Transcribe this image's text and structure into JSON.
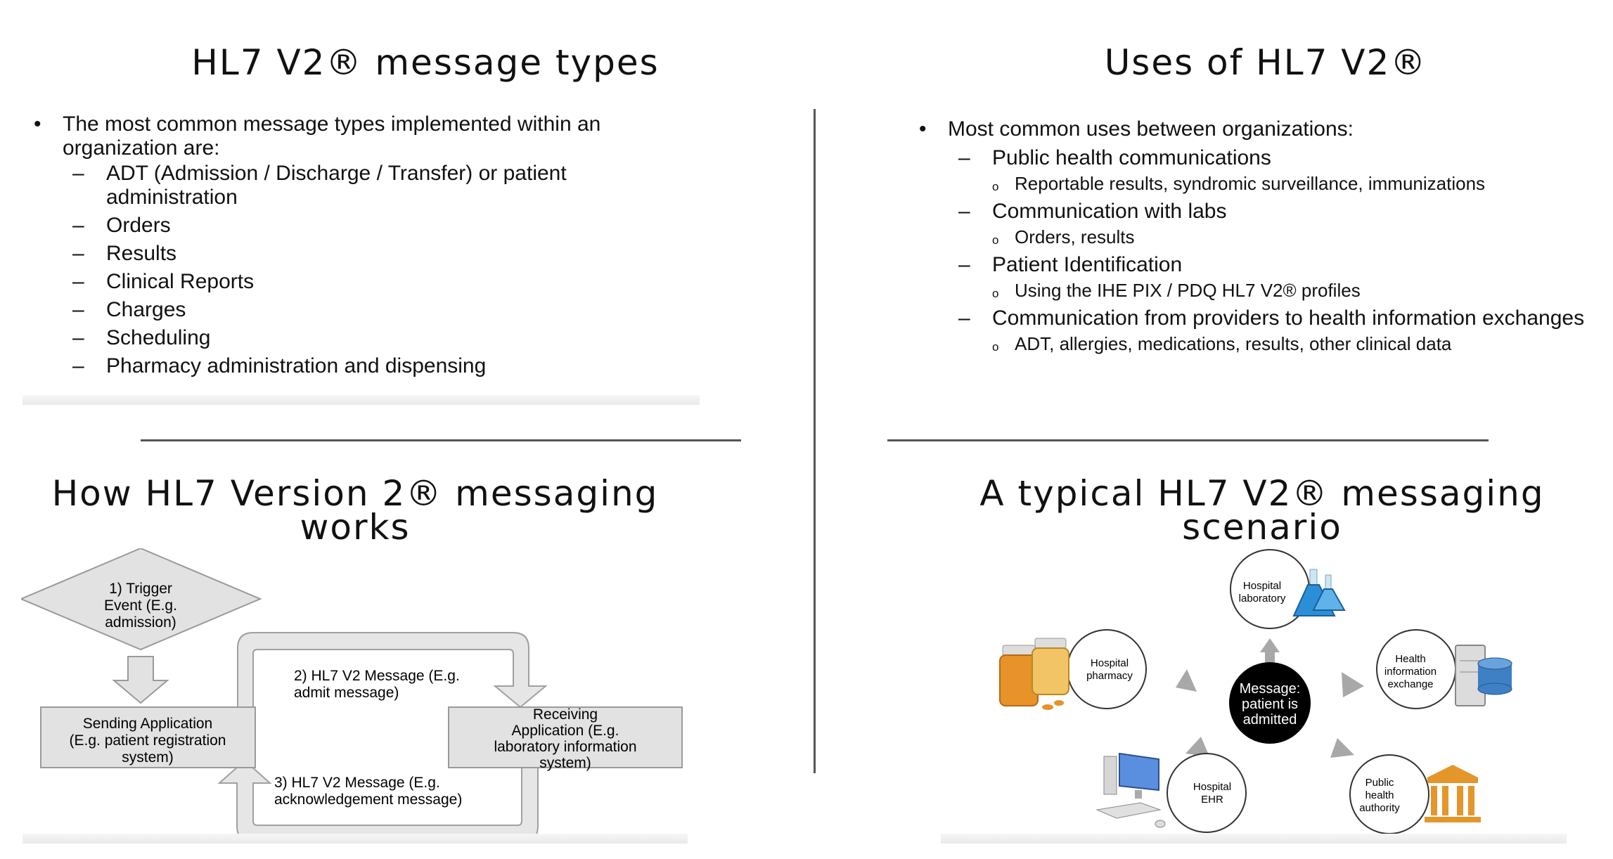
{
  "q1": {
    "title": "HL7 V2® message types",
    "bullet": "The most common message types implemented within an organization are:",
    "items": [
      "ADT (Admission / Discharge / Transfer) or patient administration",
      "Orders",
      "Results",
      "Clinical Reports",
      "Charges",
      "Scheduling",
      "Pharmacy administration and dispensing"
    ]
  },
  "q2": {
    "title": "Uses of HL7 V2®",
    "bullet": "Most common uses between organizations:",
    "groups": [
      {
        "item": "Public health communications",
        "sub": "Reportable results, syndromic surveillance, immunizations"
      },
      {
        "item": "Communication with labs",
        "sub": "Orders, results"
      },
      {
        "item": "Patient Identification",
        "sub": "Using the IHE PIX / PDQ HL7 V2® profiles"
      },
      {
        "item": "Communication from providers to health information exchanges",
        "sub": "ADT, allergies, medications, results, other clinical data"
      }
    ]
  },
  "q3": {
    "title_line1": "How HL7 Version 2® messaging",
    "title_line2": "works",
    "trigger": [
      "1) Trigger",
      "Event (E.g.",
      "admission)"
    ],
    "sending": [
      "Sending Application",
      "(E.g. patient registration",
      "system)"
    ],
    "receiving": [
      "Receiving",
      "Application (E.g.",
      "laboratory information",
      "system)"
    ],
    "message2": [
      "2) HL7 V2 Message (E.g.",
      "admit message)"
    ],
    "message3": [
      "3) HL7 V2 Message (E.g.",
      "acknowledgement message)"
    ]
  },
  "q4": {
    "title_line1": "A typical HL7 V2® messaging",
    "title_line2": "scenario",
    "center": [
      "Message:",
      "patient is",
      "admitted"
    ],
    "nodes": {
      "laboratory": [
        "Hospital",
        "laboratory"
      ],
      "pharmacy": [
        "Hospital",
        "pharmacy"
      ],
      "hie": [
        "Health",
        "information",
        "exchange"
      ],
      "ehr": [
        "Hospital",
        "EHR"
      ],
      "public_health": [
        "Public",
        "health",
        "authority"
      ]
    }
  },
  "colors": {
    "diagram_fill": "#e2e2e2",
    "diagram_stroke": "#9a9a9a",
    "arrow_gray": "#a8a8a8",
    "center_fill": "#000000",
    "pharmacy_orange": "#e8922a",
    "lab_blue": "#2b8fd8",
    "building_orange": "#e4962a",
    "monitor_blue": "#5a8fe0",
    "server_blue": "#3f7fc4"
  }
}
